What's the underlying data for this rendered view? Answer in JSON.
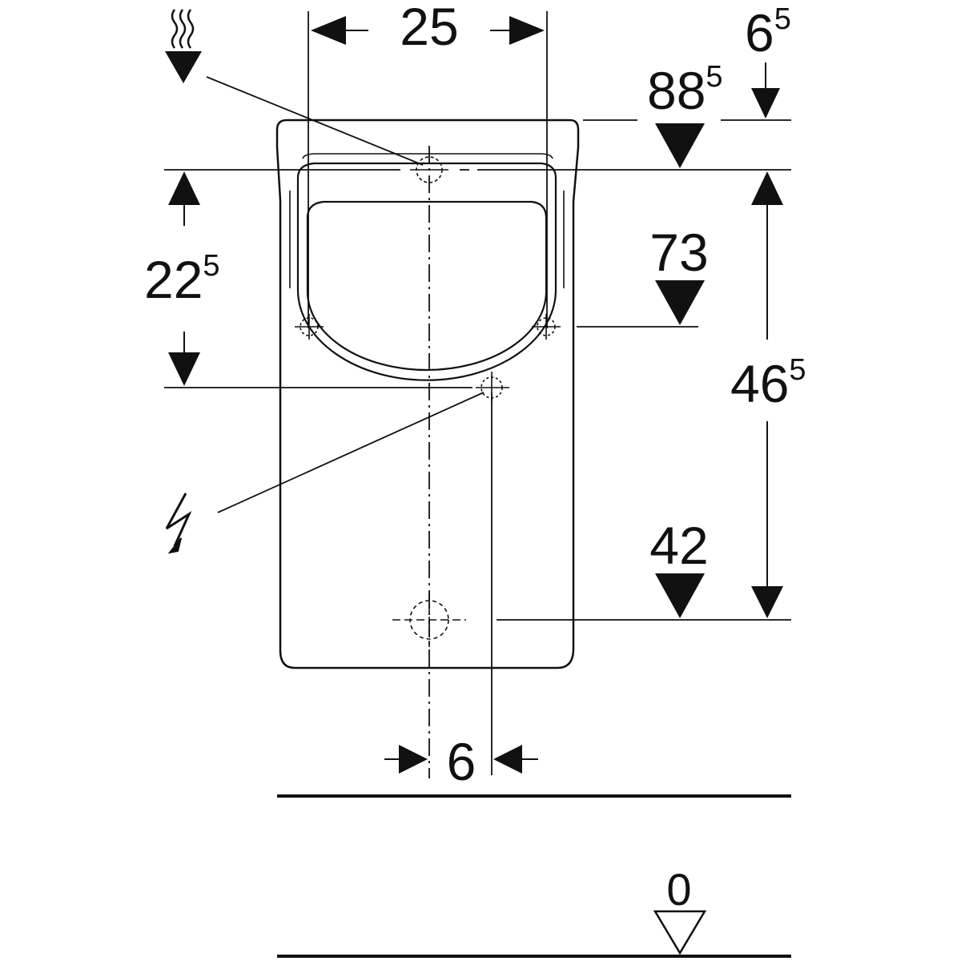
{
  "colors": {
    "ink": "#111111",
    "background": "#ffffff"
  },
  "icons": {
    "water_inlet": "steam-arrow-icon",
    "power_supply": "lightning-icon",
    "floor_level": "floor-level-triangle-icon"
  },
  "dimensions": {
    "top_width": {
      "main": "25"
    },
    "top_offset": {
      "main": "6",
      "sup": "5"
    },
    "inlet_height": {
      "main": "88",
      "sup": "5"
    },
    "vertical_span_left": {
      "main": "22",
      "sup": "5"
    },
    "mounting_height": {
      "main": "73"
    },
    "vertical_span_right": {
      "main": "46",
      "sup": "5"
    },
    "outlet_height": {
      "main": "42"
    },
    "outlet_offset": {
      "main": "6"
    },
    "floor": {
      "main": "0"
    }
  }
}
